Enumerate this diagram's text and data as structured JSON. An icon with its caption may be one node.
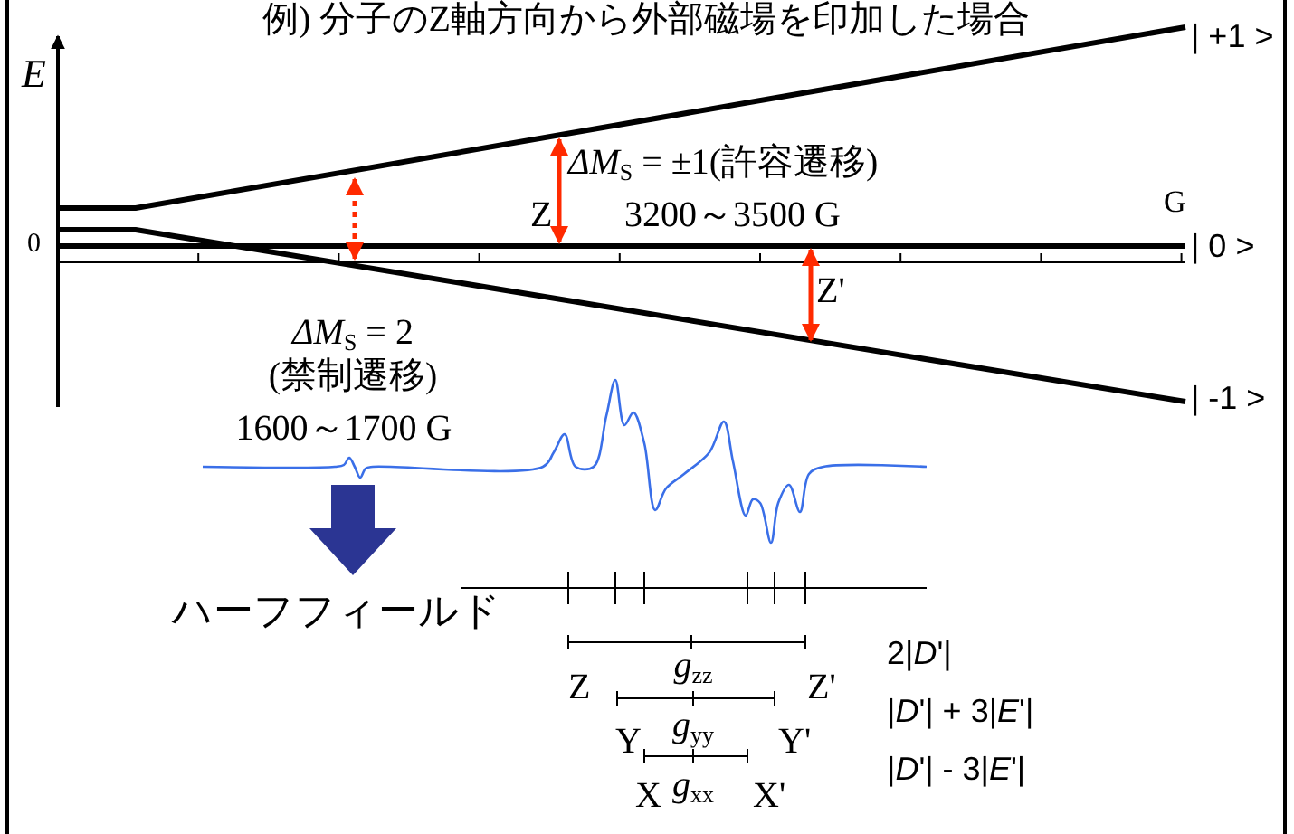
{
  "diagram": {
    "title": "例) 分子のZ軸方向から外部磁場を印加した場合",
    "labels": [
      "*E*",
      "| +1 >",
      "*ΔM*$_{S}$ = ±1(許容遷移)",
      "Z",
      "3200～3500 G",
      "G",
      "0",
      "| 0 >",
      "Z'",
      "*ΔM*$_{S}$ = 2",
      "(禁制遷移)",
      "1600～1700 G",
      "| -1 >",
      "ハーフフィールド",
      "2|*D*'|",
      "Z",
      "*g*$_{zz}$",
      "Z'",
      "|*D*'| + 3|*E*'|",
      "Y",
      "*g*$_{yy}$",
      "Y'",
      "|*D*'| - 3|*E*'|",
      "X",
      "*g*$_{xx}$",
      "X'"
    ]
  }
}
